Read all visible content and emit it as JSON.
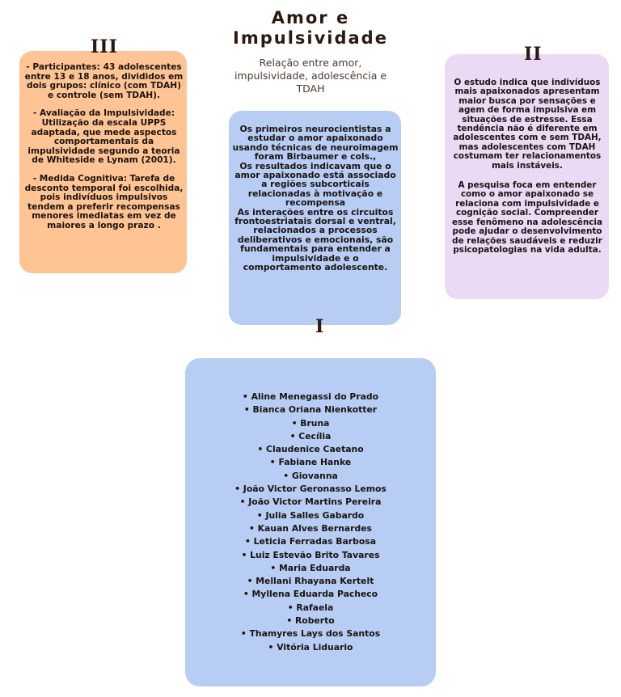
{
  "header": {
    "title_line1": "Amor e",
    "title_line2": "Impulsividade",
    "subtitle": "Relação entre amor, impulsividade, adolescência e TDAH"
  },
  "section_iii": {
    "numeral": "III",
    "paragraphs": [
      "- Participantes: 43 adolescentes entre 13 e 18 anos, divididos em dois grupos: clínico (com TDAH) e controle (sem TDAH).",
      "- Avaliação da Impulsividade: Utilização da escala UPPS adaptada, que mede aspectos comportamentais da impulsividade segundo a teoria de Whiteside e Lynam (2001).",
      "- Medida Cognitiva: Tarefa de desconto temporal foi escolhida, pois indivíduos impulsivos tendem a preferir recompensas menores imediatas em vez de maiores a longo prazo ."
    ]
  },
  "section_ii": {
    "numeral": "II",
    "paragraphs": [
      "O estudo indica que indivíduos mais apaixonados apresentam maior busca por sensações e agem de forma impulsiva em situações de estresse. Essa tendência não é diferente em adolescentes com e sem TDAH, mas adolescentes com TDAH costumam ter relacionamentos mais instáveis.",
      "A pesquisa foca em entender como o amor apaixonado se relaciona com impulsividade e cognição social. Compreender esse fenômeno na adolescência pode ajudar o desenvolvimento de relações saudáveis e reduzir psicopatologias na vida adulta."
    ]
  },
  "section_i": {
    "numeral": "I",
    "paragraphs": [
      "Os primeiros neurocientistas a estudar o amor apaixonado usando técnicas de neuroimagem foram Birbaumer e cols.,",
      "Os resultados indicavam que o amor apaixonado está associado a regiões subcorticais relacionadas à motivação e recompensa",
      "As interações entre os circuitos frontoestriatais dorsal e ventral, relacionados a processos deliberativos e emocionais, são fundamentais para entender a impulsividade e o comportamento adolescente."
    ]
  },
  "authors": [
    "• Aline Menegassi do Prado",
    "• Bianca Oriana Nienkotter",
    "• Bruna",
    "• Cecília",
    "• Claudenice Caetano",
    "• Fabiane Hanke",
    "• Giovanna",
    "• João Victor Geronasso Lemos",
    "• João Victor Martins Pereira",
    "• Julia Salles Gabardo",
    "• Kauan Alves Bernardes",
    "• Leticia Ferradas Barbosa",
    "• Luiz Estevão Brito Tavares",
    "• Maria Eduarda",
    "• Mellani Rhayana Kertelt",
    "• Myllena Eduarda Pacheco",
    "• Rafaela",
    "• Roberto",
    "• Thamyres Lays dos Santos",
    "• Vitória Liduario"
  ],
  "colors": {
    "card_iii": "#ffc494",
    "card_ii": "#ecdaf5",
    "card_i": "#b8cdf3",
    "card_names": "#b8cdf3",
    "text_dark": "#2a1a12"
  }
}
